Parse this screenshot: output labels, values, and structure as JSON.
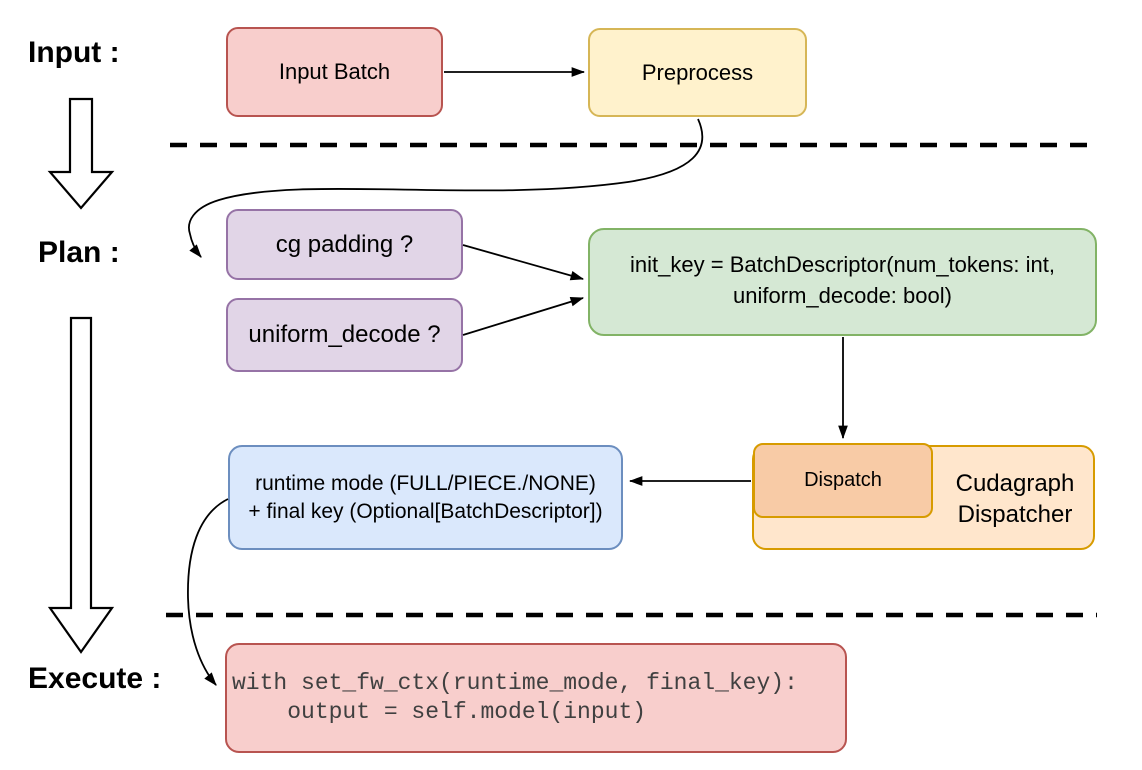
{
  "diagram": {
    "background": "#ffffff",
    "stage_labels": {
      "input": "Input :",
      "plan": "Plan :",
      "execute": "Execute :"
    },
    "nodes": {
      "input_batch": {
        "label": "Input Batch",
        "fill": "#f8cecc",
        "stroke": "#b85450"
      },
      "preprocess": {
        "label": "Preprocess",
        "fill": "#fff2cc",
        "stroke": "#d6b656"
      },
      "cg_padding": {
        "label": "cg padding ?",
        "fill": "#e1d5e7",
        "stroke": "#9673a6"
      },
      "uniform_decode": {
        "label": "uniform_decode ?",
        "fill": "#e1d5e7",
        "stroke": "#9673a6"
      },
      "init_key": {
        "line1": "init_key = BatchDescriptor(num_tokens: int,",
        "line2": "uniform_decode: bool)",
        "fill": "#d5e8d4",
        "stroke": "#82b366"
      },
      "dispatch": {
        "label": "Dispatch",
        "fill": "#f8cba6",
        "stroke": "#d79b00"
      },
      "cudagraph_dispatcher": {
        "line1": "Cudagraph",
        "line2": "Dispatcher",
        "fill": "#ffe6cc",
        "stroke": "#d79b00"
      },
      "runtime_mode": {
        "line1": "runtime mode (FULL/PIECE./NONE)",
        "line2": "+ final key (Optional[BatchDescriptor])",
        "fill": "#dae8fc",
        "stroke": "#6c8ebf"
      },
      "execute_code": {
        "line1": "with set_fw_ctx(runtime_mode, final_key):",
        "line2": "    output = self.model(input)",
        "fill": "#f8cecc",
        "stroke": "#b85450"
      }
    },
    "connections": [
      {
        "from": "input_batch",
        "to": "preprocess",
        "style": "straight-arrow"
      },
      {
        "from": "preprocess",
        "to": "cg_padding",
        "style": "curved-arrow"
      },
      {
        "from": "cg_padding",
        "to": "init_key",
        "style": "straight-arrow"
      },
      {
        "from": "uniform_decode",
        "to": "init_key",
        "style": "straight-arrow"
      },
      {
        "from": "init_key",
        "to": "dispatch",
        "style": "straight-arrow"
      },
      {
        "from": "dispatch",
        "to": "runtime_mode",
        "style": "straight-arrow"
      },
      {
        "from": "runtime_mode",
        "to": "execute_code",
        "style": "curved-arrow"
      }
    ],
    "separators": [
      {
        "between": [
          "input",
          "plan"
        ],
        "style": "dashed-line"
      },
      {
        "between": [
          "plan",
          "execute"
        ],
        "style": "dashed-line"
      }
    ],
    "phase_flow_arrows": [
      {
        "from": "input",
        "to": "plan",
        "style": "hollow-block-arrow"
      },
      {
        "from": "plan",
        "to": "execute",
        "style": "hollow-block-arrow"
      }
    ]
  }
}
